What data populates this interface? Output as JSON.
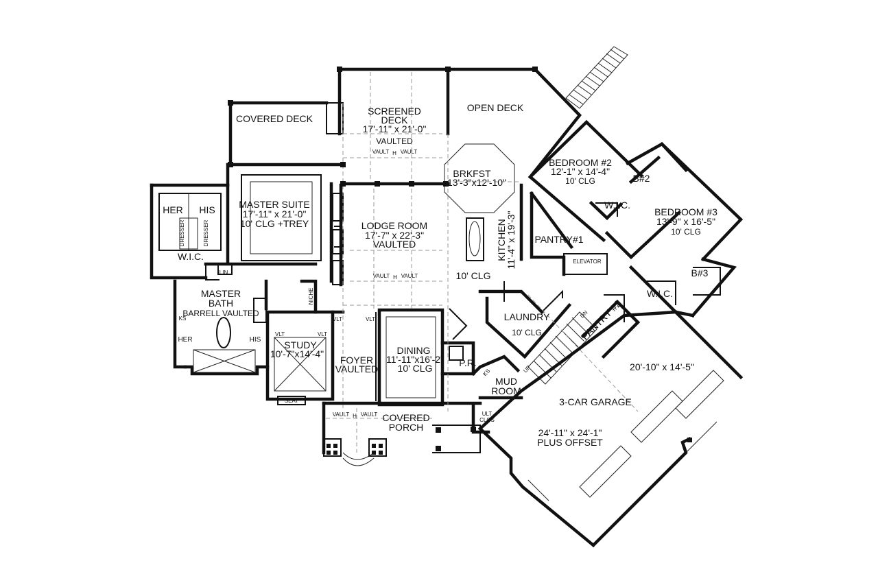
{
  "rooms": {
    "covered_deck_top": {
      "name": "COVERED DECK"
    },
    "screened_deck": {
      "name": "SCREENED",
      "name2": "DECK",
      "size": "17'-11\" x 21'-0\"",
      "note": "VAULTED",
      "vault": "VAULT",
      "vault_mark": "H",
      "vault2": "VAULT"
    },
    "open_deck": {
      "name": "OPEN DECK"
    },
    "brkfst": {
      "name": "BRKFST",
      "size": "13'-3\"x12'-10\""
    },
    "bedroom2": {
      "name": "BEDROOM #2",
      "size": "12'-1\" x 14'-4\"",
      "clg": "10' CLG"
    },
    "b2": {
      "name": "B#2"
    },
    "wic_bed2": {
      "name": "W.I.C."
    },
    "bedroom3": {
      "name": "BEDROOM #3",
      "size": "13'-9\" x 16'-5\"",
      "clg": "10' CLG"
    },
    "b3": {
      "name": "B#3"
    },
    "wic_bed3": {
      "name": "W.I.C."
    },
    "master_suite": {
      "name": "MASTER SUITE",
      "size": "17'-11\" x 21'-0\"",
      "clg": "10' CLG +TREY"
    },
    "master_wic": {
      "her": "HER",
      "his": "HIS",
      "dresser1": "DRESSER",
      "dresser2": "DRESSER",
      "name": "W.I.C."
    },
    "lin": {
      "name": "LIN"
    },
    "niche": {
      "name": "NICHE"
    },
    "master_bath": {
      "name": "MASTER",
      "name2": "BATH",
      "note": "BARRELL VAULTED",
      "ks": "KS",
      "her": "HER",
      "his": "HIS"
    },
    "lodge_room": {
      "name": "LODGE ROOM",
      "size": "17'-7\" x 22'-3\"",
      "note": "VAULTED",
      "vault": "VAULT",
      "vault_mark": "H",
      "vault2": "VAULT"
    },
    "kitchen": {
      "name": "KITCHEN",
      "size": "11'-4\" x 19'-3\"",
      "clg": "10' CLG"
    },
    "pantry1": {
      "name": "PANTRY#1"
    },
    "elevator": {
      "name": "ELEVATOR"
    },
    "laundry": {
      "name": "LAUNDRY",
      "clg": "10' CLG"
    },
    "dn": {
      "name": "DN"
    },
    "up": {
      "name": "UP"
    },
    "pantry2": {
      "name": "PANTRY #2"
    },
    "study": {
      "name": "STUDY",
      "size": "10'-7\"x14'-4\"",
      "vlt1": "VLT",
      "vlt2": "VLT",
      "seat": "SEAT"
    },
    "foyer": {
      "name": "FOYER",
      "note": "VAULTED",
      "vlt1": "VLT",
      "vlt2": "VLT"
    },
    "dining": {
      "name": "DINING",
      "size": "11'-11\"x16'-2\"",
      "clg": "10' CLG"
    },
    "pr": {
      "name": "P.R."
    },
    "mud_room": {
      "name": "MUD",
      "name2": "ROOM",
      "ks": "KS"
    },
    "ult_clos": {
      "name": "ULT",
      "name2": "CLOS"
    },
    "covered_porch": {
      "name": "COVERED",
      "name2": "PORCH",
      "vault": "VAULT",
      "vault_mark": "H",
      "vault2": "VAULT"
    },
    "garage": {
      "name": "3-CAR GARAGE",
      "size_top": "20'-10\" x 14'-5\"",
      "size": "24'-11\" x 24'-1\"",
      "note": "PLUS OFFSET"
    }
  }
}
